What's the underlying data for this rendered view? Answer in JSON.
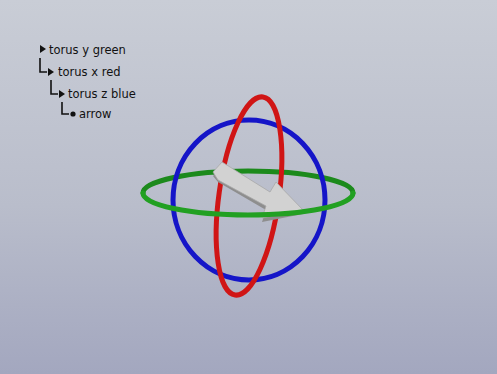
{
  "diagram": {
    "labels": [
      "torus y green",
      "torus x red",
      "torus z blue",
      "arrow"
    ]
  }
}
